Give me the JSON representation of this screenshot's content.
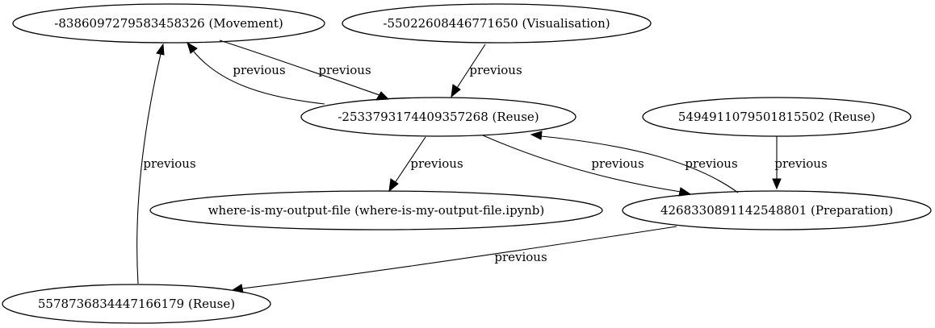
{
  "nodes": [
    {
      "id": "n1",
      "label": "-8386097279583458326 (Movement)"
    },
    {
      "id": "n2",
      "label": "-55022608446771650 (Visualisation)"
    },
    {
      "id": "n3",
      "label": "-2533793174409357268 (Reuse)"
    },
    {
      "id": "n4",
      "label": "5494911079501815502 (Reuse)"
    },
    {
      "id": "n5",
      "label": "where-is-my-output-file (where-is-my-output-file.ipynb)"
    },
    {
      "id": "n6",
      "label": "4268330891142548801 (Preparation)"
    },
    {
      "id": "n7",
      "label": "5578736834447166179 (Reuse)"
    }
  ],
  "edges": [
    {
      "id": "e1",
      "from": "n1",
      "to": "n3",
      "label": "previous"
    },
    {
      "id": "e2",
      "from": "n3",
      "to": "n1",
      "label": "previous"
    },
    {
      "id": "e3",
      "from": "n2",
      "to": "n3",
      "label": "previous"
    },
    {
      "id": "e4",
      "from": "n3",
      "to": "n5",
      "label": "previous"
    },
    {
      "id": "e5",
      "from": "n3",
      "to": "n6",
      "label": "previous"
    },
    {
      "id": "e6",
      "from": "n6",
      "to": "n3",
      "label": "previous"
    },
    {
      "id": "e7",
      "from": "n4",
      "to": "n6",
      "label": "previous"
    },
    {
      "id": "e8",
      "from": "n6",
      "to": "n7",
      "label": "previous"
    },
    {
      "id": "e9",
      "from": "n7",
      "to": "n1",
      "label": "previous"
    }
  ]
}
